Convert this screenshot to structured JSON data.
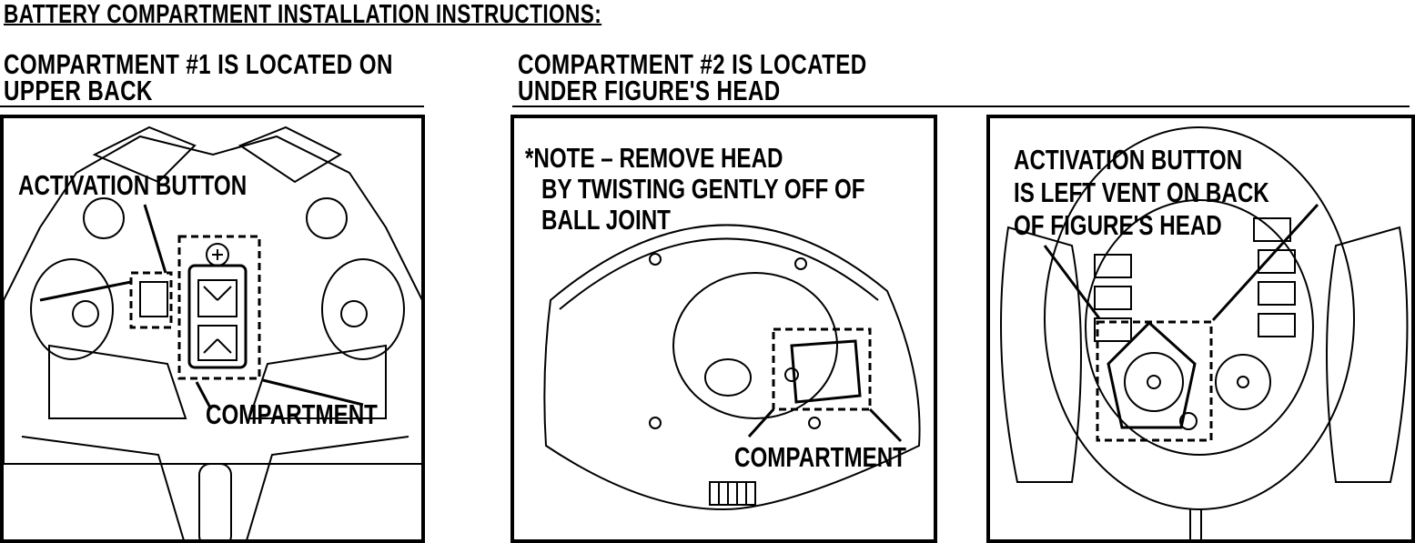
{
  "title": "BATTERY COMPARTMENT INSTALLATION INSTRUCTIONS:",
  "sections": [
    {
      "heading_line1": "COMPARTMENT #1 IS LOCATED ON",
      "heading_line2": "UPPER BACK"
    },
    {
      "heading_line1": "COMPARTMENT #2 IS LOCATED",
      "heading_line2": "UNDER FIGURE'S HEAD"
    }
  ],
  "panels": [
    {
      "labels": {
        "activation": "ACTIVATION BUTTON",
        "compartment": "COMPARTMENT"
      }
    },
    {
      "note_line1": "*NOTE – REMOVE HEAD",
      "note_line2": "BY TWISTING GENTLY OFF OF",
      "note_line3": "BALL JOINT",
      "compartment": "COMPARTMENT"
    },
    {
      "line1": "ACTIVATION BUTTON",
      "line2": "IS LEFT VENT ON BACK",
      "line3": "OF FIGURE'S HEAD"
    }
  ]
}
